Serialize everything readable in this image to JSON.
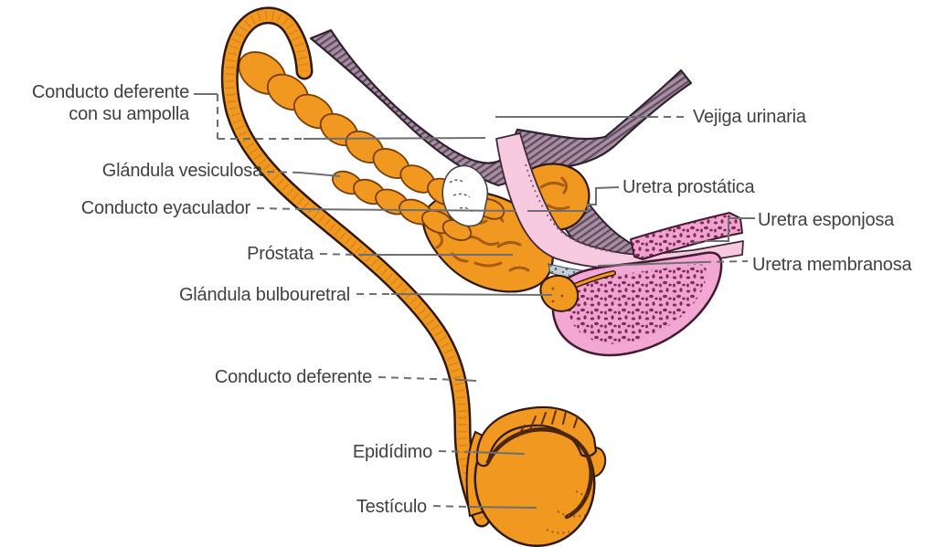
{
  "labels": {
    "left": [
      {
        "id": "conducto-deferente-ampolla",
        "text": "Conducto deferente\ncon su ampolla"
      },
      {
        "id": "glandula-vesiculosa",
        "text": "Glándula vesiculosa"
      },
      {
        "id": "conducto-eyaculador",
        "text": "Conducto eyaculador"
      },
      {
        "id": "prostata",
        "text": "Próstata"
      },
      {
        "id": "glandula-bulbouretral",
        "text": "Glándula bulbouretral"
      },
      {
        "id": "conducto-deferente",
        "text": "Conducto deferente"
      },
      {
        "id": "epididimo",
        "text": "Epidídimo"
      },
      {
        "id": "testiculo",
        "text": "Testículo"
      }
    ],
    "right": [
      {
        "id": "vejiga-urinaria",
        "text": "Vejiga urinaria"
      },
      {
        "id": "uretra-prostatica",
        "text": "Uretra prostática"
      },
      {
        "id": "uretra-esponjosa",
        "text": "Uretra esponjosa"
      },
      {
        "id": "uretra-membranosa",
        "text": "Uretra membranosa"
      }
    ]
  },
  "colors": {
    "orange": "#F0981F",
    "orange_dark": "#A85F10",
    "outline": "#30190A",
    "mauve": "#9D8498",
    "mauve_hatch": "#5A4259",
    "mauve_outline": "#2D2230",
    "pink_light": "#F8CADF",
    "pink_bright": "#F2A8D3",
    "pink_speckle": "#7C2C56",
    "gray_band": "#C3CDD5",
    "leader_line": "#6E6F72",
    "label_text": "#414042",
    "background": "#FFFFFF"
  }
}
